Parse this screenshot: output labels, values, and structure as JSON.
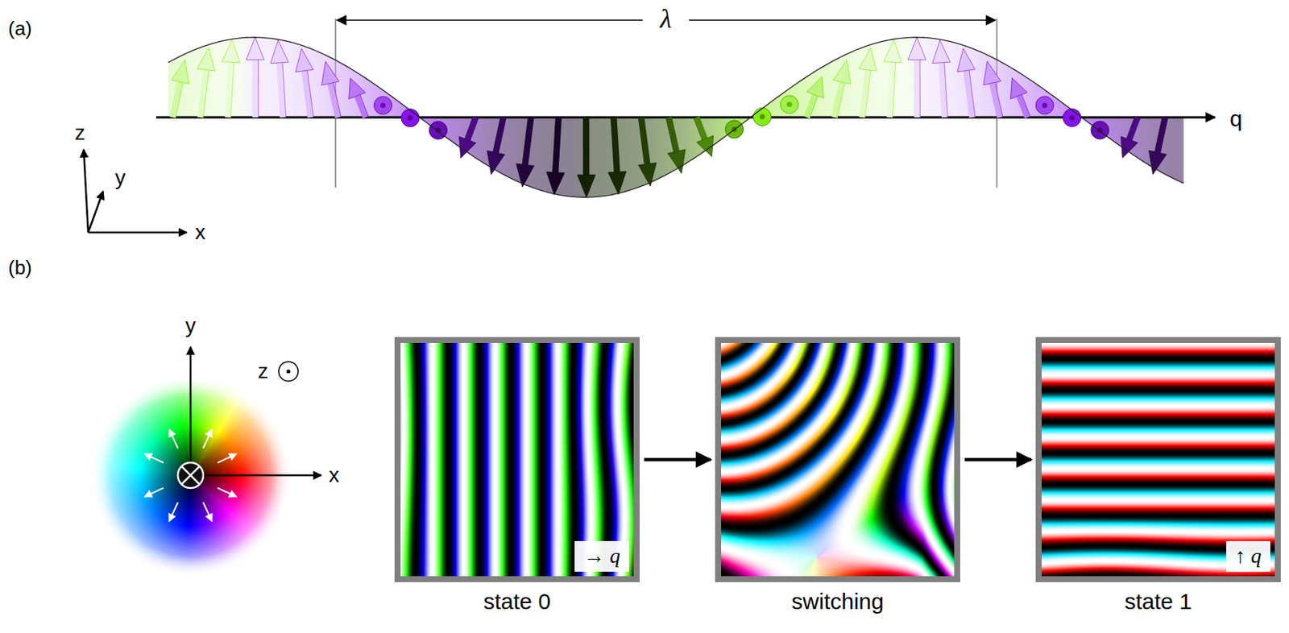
{
  "diagram": {
    "nodes": [
      {
        "text": [
          "state 0"
        ]
      },
      {
        "text": [
          "→ q"
        ],
        "in": 0
      },
      {
        "text": [
          "switching"
        ]
      },
      {
        "text": [
          "state 1"
        ]
      },
      {
        "text": [
          "↑ q"
        ],
        "in": 3
      }
    ],
    "edges": [
      {
        "from": 0,
        "to": 2,
        "arrow": "to"
      },
      {
        "from": 2,
        "to": 3,
        "arrow": "to"
      }
    ],
    "labels": [
      "(a)",
      "λ",
      "q",
      "z",
      "y",
      "x",
      "(b)",
      "y",
      "z",
      "x"
    ]
  }
}
